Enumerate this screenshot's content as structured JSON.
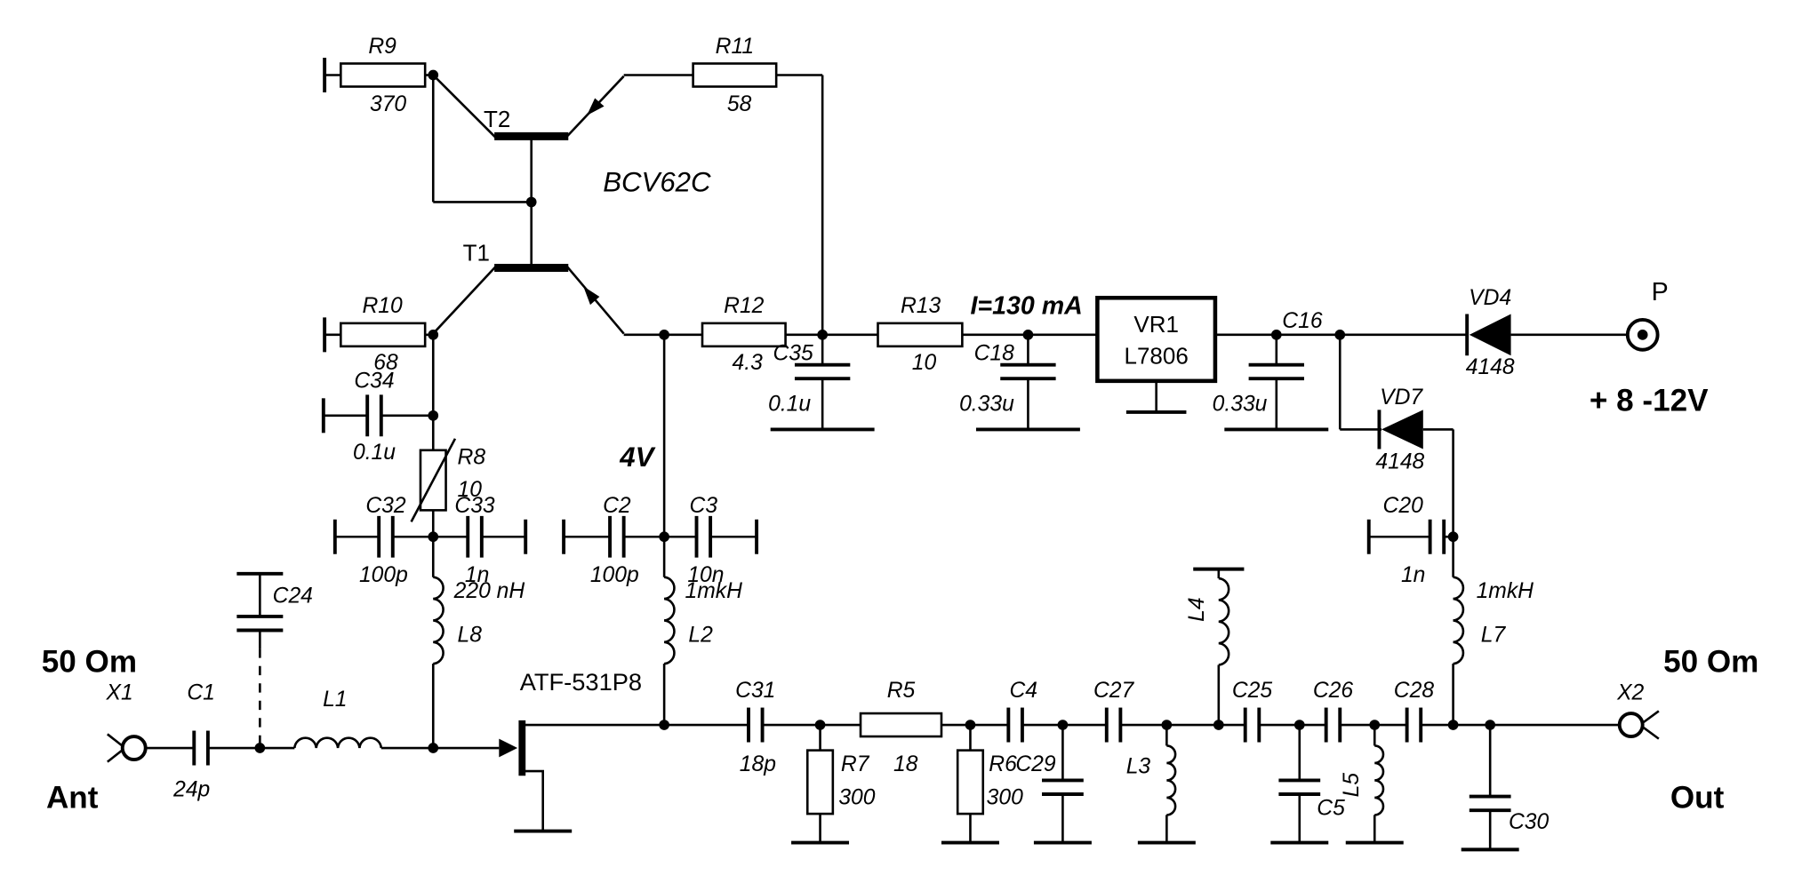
{
  "ports": {
    "left_impedance": "50 Om",
    "left_connector": "X1",
    "left_label": "Ant",
    "right_impedance": "50 Om",
    "right_connector": "X2",
    "right_label": "Out"
  },
  "power": {
    "connector": "P",
    "input_voltage": "+ 8 -12V",
    "current_note": "I=130 mA",
    "rail_voltage": "4V",
    "regulator_ref": "VR1",
    "regulator_part": "L7806"
  },
  "transistors": {
    "t1": "T1",
    "t2": "T2",
    "pair_part": "BCV62C",
    "fet_part": "ATF-531P8"
  },
  "components": {
    "R9": {
      "ref": "R9",
      "value": "370"
    },
    "R11": {
      "ref": "R11",
      "value": "58"
    },
    "R10": {
      "ref": "R10",
      "value": "68"
    },
    "R12": {
      "ref": "R12",
      "value": "4.3"
    },
    "R13": {
      "ref": "R13",
      "value": "10"
    },
    "R8": {
      "ref": "R8",
      "value": "10"
    },
    "R5": {
      "ref": "R5",
      "value": "18"
    },
    "R7": {
      "ref": "R7",
      "value": "300"
    },
    "R6": {
      "ref": "R6",
      "value": "300"
    },
    "C34": {
      "ref": "C34",
      "value": "0.1u"
    },
    "C35": {
      "ref": "C35",
      "value": "0.1u"
    },
    "C18": {
      "ref": "C18",
      "value": "0.33u"
    },
    "C16": {
      "ref": "C16",
      "value": "0.33u"
    },
    "C32": {
      "ref": "C32",
      "value": "100p"
    },
    "C33": {
      "ref": "C33",
      "value": "1n"
    },
    "C2": {
      "ref": "C2",
      "value": "100p"
    },
    "C3": {
      "ref": "C3",
      "value": "10n"
    },
    "C20": {
      "ref": "C20",
      "value": "1n"
    },
    "C1": {
      "ref": "C1",
      "value": "24p"
    },
    "C31": {
      "ref": "C31",
      "value": "18p"
    },
    "C24": {
      "ref": "C24",
      "value": ""
    },
    "C4": {
      "ref": "C4",
      "value": ""
    },
    "C29": {
      "ref": "C29",
      "value": ""
    },
    "C27": {
      "ref": "C27",
      "value": ""
    },
    "C25": {
      "ref": "C25",
      "value": ""
    },
    "C5": {
      "ref": "C5",
      "value": ""
    },
    "C26": {
      "ref": "C26",
      "value": ""
    },
    "C28": {
      "ref": "C28",
      "value": ""
    },
    "C30": {
      "ref": "C30",
      "value": ""
    },
    "L1": {
      "ref": "L1",
      "value": ""
    },
    "L8": {
      "ref": "L8",
      "value": "220 nH"
    },
    "L2": {
      "ref": "L2",
      "value": "1mkH"
    },
    "L7": {
      "ref": "L7",
      "value": "1mkH"
    },
    "L3": {
      "ref": "L3",
      "value": ""
    },
    "L4": {
      "ref": "L4",
      "value": ""
    },
    "L5": {
      "ref": "L5",
      "value": ""
    },
    "VD4": {
      "ref": "VD4",
      "value": "4148"
    },
    "VD7": {
      "ref": "VD7",
      "value": "4148"
    }
  }
}
